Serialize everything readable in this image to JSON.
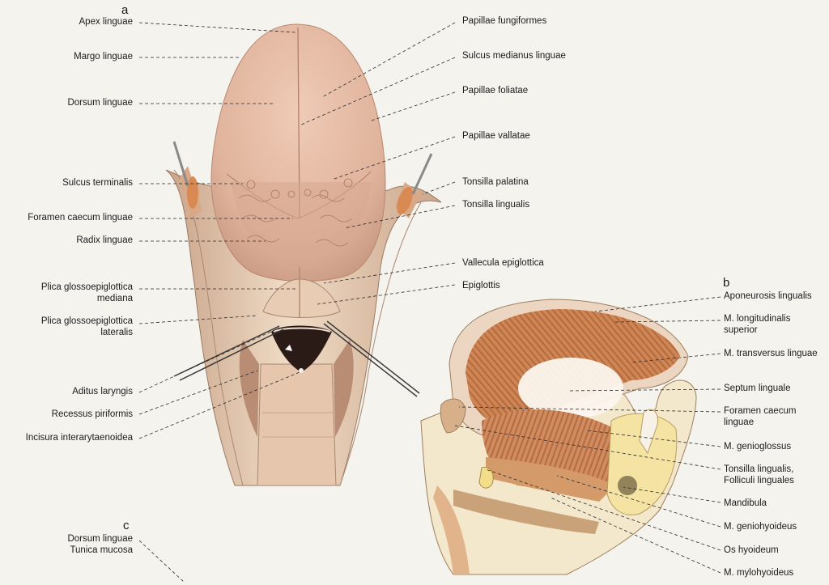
{
  "panels": [
    {
      "letter": "a",
      "labels_left": [
        "Apex linguae",
        "Margo linguae",
        "Dorsum linguae",
        "Sulcus terminalis",
        "Foramen caecum linguae",
        "Radix linguae",
        "Plica glossoepiglottica\nmediana",
        "Plica glossoepiglottica\nlateralis",
        "Aditus laryngis",
        "Recessus piriformis",
        "Incisura interarytaenoidea"
      ],
      "labels_right": [
        "Papillae fungiformes",
        "Sulcus medianus linguae",
        "Papillae foliatae",
        "Papillae vallatae",
        "Tonsilla palatina",
        "Tonsilla lingualis",
        "Vallecula epiglottica",
        "Epiglottis"
      ]
    },
    {
      "letter": "b",
      "labels_right": [
        "Aponeurosis lingualis",
        "M. longitudinalis\nsuperior",
        "M. transversus linguae",
        "Septum linguale",
        "Foramen caecum\nlinguae",
        "M. genioglossus",
        "Tonsilla lingualis,\nFolliculi linguales",
        "Mandibula",
        "M. geniohyoideus",
        "Os hyoideum",
        "M. mylohyoideus"
      ]
    },
    {
      "letter": "c",
      "labels_left": [
        "Dorsum linguae\nTunica mucosa"
      ]
    }
  ],
  "colors": {
    "background": "#f4f3ee",
    "tongue": "#e3b79f",
    "mucosa": "#ecd4bd",
    "muscle": "#c47a4c",
    "bone": "#f1e2a3",
    "leader_line": "#2a2a2a"
  }
}
